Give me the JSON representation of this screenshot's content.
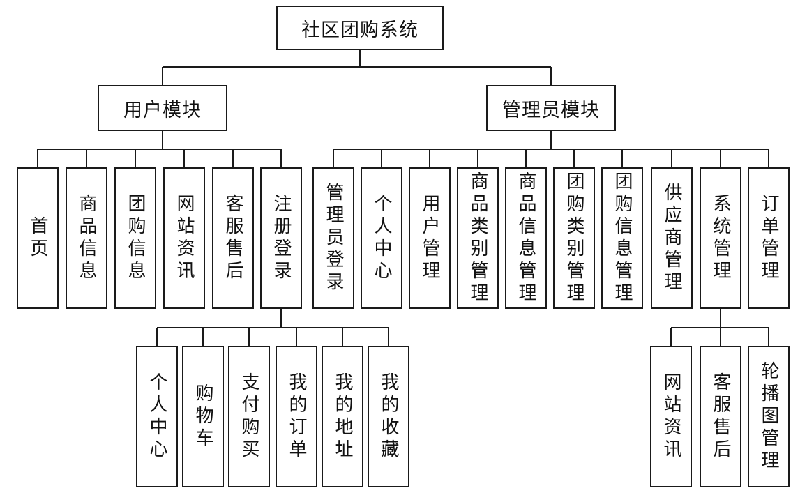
{
  "root": {
    "label": "社区团购系统"
  },
  "user_module": {
    "label": "用户模块",
    "items": [
      "首页",
      "商品信息",
      "团购信息",
      "网站资讯",
      "客服售后",
      "注册登录"
    ],
    "register_children": [
      "个人中心",
      "购物车",
      "支付购买",
      "我的订单",
      "我的地址",
      "我的收藏"
    ]
  },
  "admin_module": {
    "label": "管理员模块",
    "items": [
      "管理员登录",
      "个人中心",
      "用户管理",
      "商品类别管理",
      "商品信息管理",
      "团购类别管理",
      "团购信息管理",
      "供应商管理",
      "系统管理",
      "订单管理"
    ],
    "system_children": [
      "网站资讯",
      "客服售后",
      "轮播图管理"
    ]
  }
}
